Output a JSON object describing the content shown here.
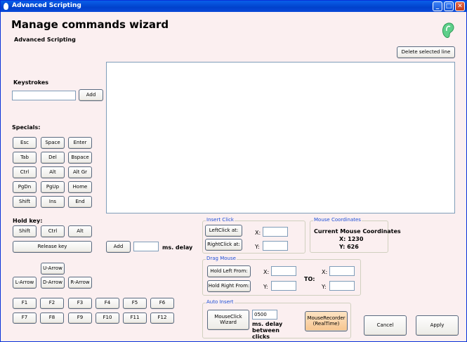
{
  "window": {
    "title": "Advanced Scripting",
    "controls": [
      "minimize",
      "maximize",
      "close"
    ]
  },
  "header": {
    "title": "Manage commands wizard",
    "subtitle": "Advanced Scripting",
    "logo_icon": "ear-icon"
  },
  "script_list": {
    "delete_label": "Delete selected line",
    "lines": []
  },
  "keystrokes": {
    "label": "Keystrokes",
    "value": "",
    "add_label": "Add"
  },
  "specials": {
    "label": "Specials:",
    "keys": [
      [
        "Esc",
        "Space",
        "Enter"
      ],
      [
        "Tab",
        "Del",
        "Bspace"
      ],
      [
        "Ctrl",
        "Alt",
        "Alt Gr"
      ],
      [
        "PgDn",
        "PgUp",
        "Home"
      ],
      [
        "Shift",
        "Ins",
        "End"
      ]
    ]
  },
  "hold_key": {
    "label": "Hold key:",
    "keys": [
      "Shift",
      "Ctrl",
      "Alt"
    ],
    "release_label": "Release key"
  },
  "arrows": {
    "up": "U-Arrow",
    "left": "L-Arrow",
    "down": "D-Arrow",
    "right": "R-Arrow"
  },
  "function_keys": [
    [
      "F1",
      "F2",
      "F3",
      "F4",
      "F5",
      "F6"
    ],
    [
      "F7",
      "F8",
      "F9",
      "F10",
      "F11",
      "F12"
    ]
  ],
  "delay": {
    "add_label": "Add",
    "value": "",
    "unit_label": "ms. delay"
  },
  "insert_click": {
    "title": "Insert Click",
    "left_label": "LeftClick at:",
    "right_label": "RightClick at:",
    "x_label": "X:",
    "y_label": "Y:",
    "x_value": "",
    "y_value": ""
  },
  "mouse_coords": {
    "title": "Mouse Coordinates",
    "heading": "Current Mouse Coordinates",
    "x_text": "X:  1230",
    "y_text": "Y:  626"
  },
  "drag_mouse": {
    "title": "Drag Mouse",
    "hold_left_label": "Hold Left From:",
    "hold_right_label": "Hold Right From:",
    "x_label": "X:",
    "y_label": "Y:",
    "to_label": "TO:",
    "from_x": "",
    "from_y": "",
    "to_x": "",
    "to_y": ""
  },
  "auto_insert": {
    "title": "Auto Insert",
    "wizard_label": "MouseClick Wizard",
    "delay_value": "0500",
    "delay_label": "ms. delay between clicks",
    "recorder_label": "MouseRecorder (RealTime)"
  },
  "footer": {
    "cancel_label": "Cancel",
    "apply_label": "Apply"
  }
}
